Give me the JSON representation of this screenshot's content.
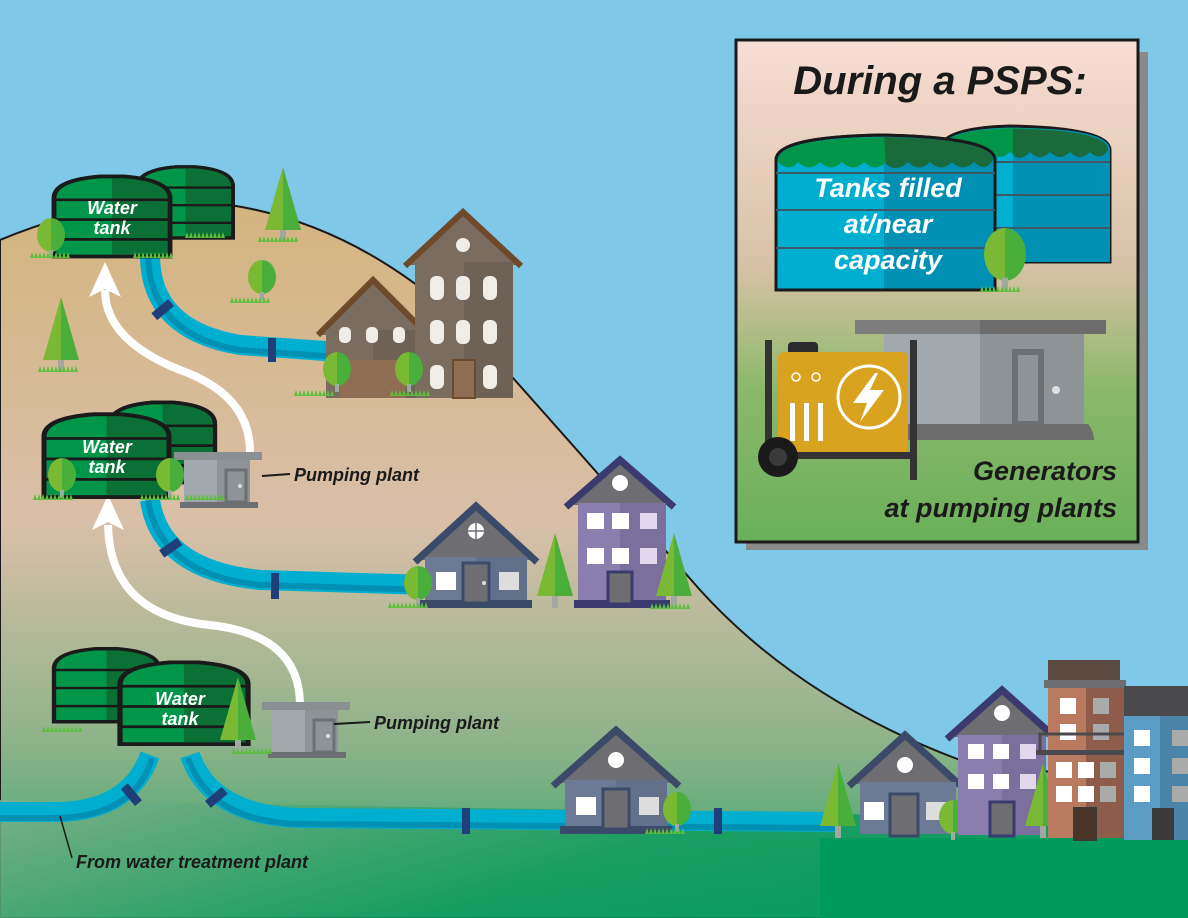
{
  "diagram": {
    "colors": {
      "sky": "#7fc8e8",
      "hill_top": "#d4b47f",
      "hill_mid": "#d9bfa8",
      "ground_green": "#009a5c",
      "tank_light": "#00964a",
      "tank_dark": "#0b7035",
      "pipe": "#00aed0",
      "pipe_dark": "#0090b4",
      "pipe_joint": "#1e3f7a",
      "arrow": "#ffffff",
      "tree_light": "#7ab934",
      "tree_dark": "#4aae3a",
      "plant_building": "#a2a9ae",
      "generator": "#d9a21f",
      "panel_border": "#1a1a1a"
    },
    "tanks": [
      {
        "id": "upper",
        "label_line1": "Water",
        "label_line2": "tank"
      },
      {
        "id": "middle",
        "label_line1": "Water",
        "label_line2": "tank"
      },
      {
        "id": "lower",
        "label_line1": "Water",
        "label_line2": "tank"
      }
    ],
    "callouts": {
      "pumping_plant_middle": "Pumping plant",
      "pumping_plant_lower": "Pumping plant",
      "source": "From water treatment plant"
    },
    "flow": {
      "arrow_direction": "uphill",
      "icons": [
        "white-flow-arrow",
        "white-flow-arrow"
      ]
    }
  },
  "psps_panel": {
    "title": "During a PSPS:",
    "tanks_caption_line1": "Tanks filled",
    "tanks_caption_line2": "at/near",
    "tanks_caption_line3": "capacity",
    "generator_caption_line1": "Generators",
    "generator_caption_line2": "at pumping plants",
    "icons": {
      "generator": "generator-icon",
      "lightning": "lightning-bolt-icon"
    }
  }
}
